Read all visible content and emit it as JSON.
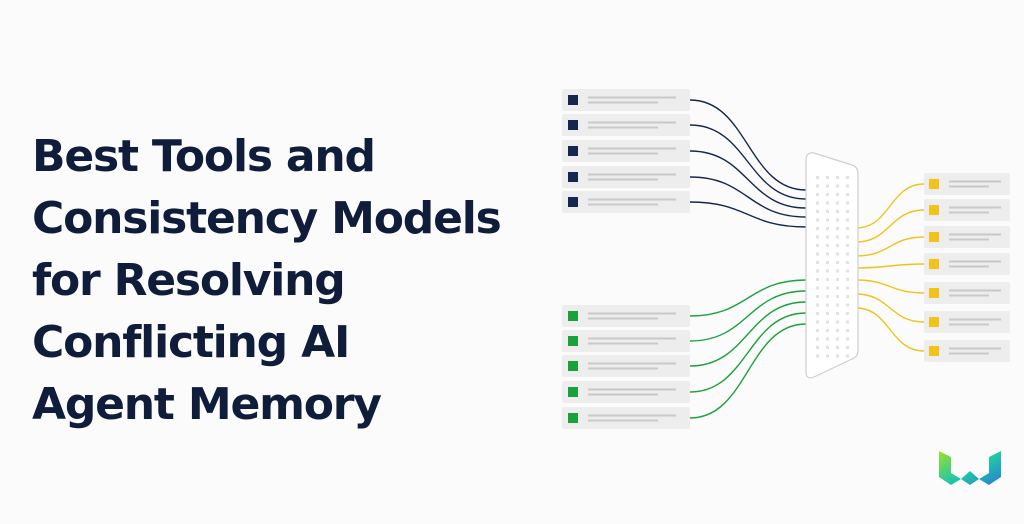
{
  "headline": {
    "lines": [
      "Best Tools and",
      "Consistency Models",
      "for Resolving",
      "Conflicting AI",
      "Agent Memory"
    ]
  },
  "diagram": {
    "colors": {
      "navy": "#14284f",
      "green": "#19a23a",
      "yellow": "#f2c21a",
      "card": "#ededed",
      "line_text": "#c9c9c9",
      "hub_fill": "#ffffff",
      "hub_stroke": "#cfcfcf"
    },
    "source_group_a_count": 5,
    "source_group_b_count": 5,
    "output_count": 7
  },
  "logo": {
    "icon": "brand-w-logo-icon",
    "colors": [
      "#9be22a",
      "#20c5a8",
      "#2a7bd4"
    ]
  }
}
